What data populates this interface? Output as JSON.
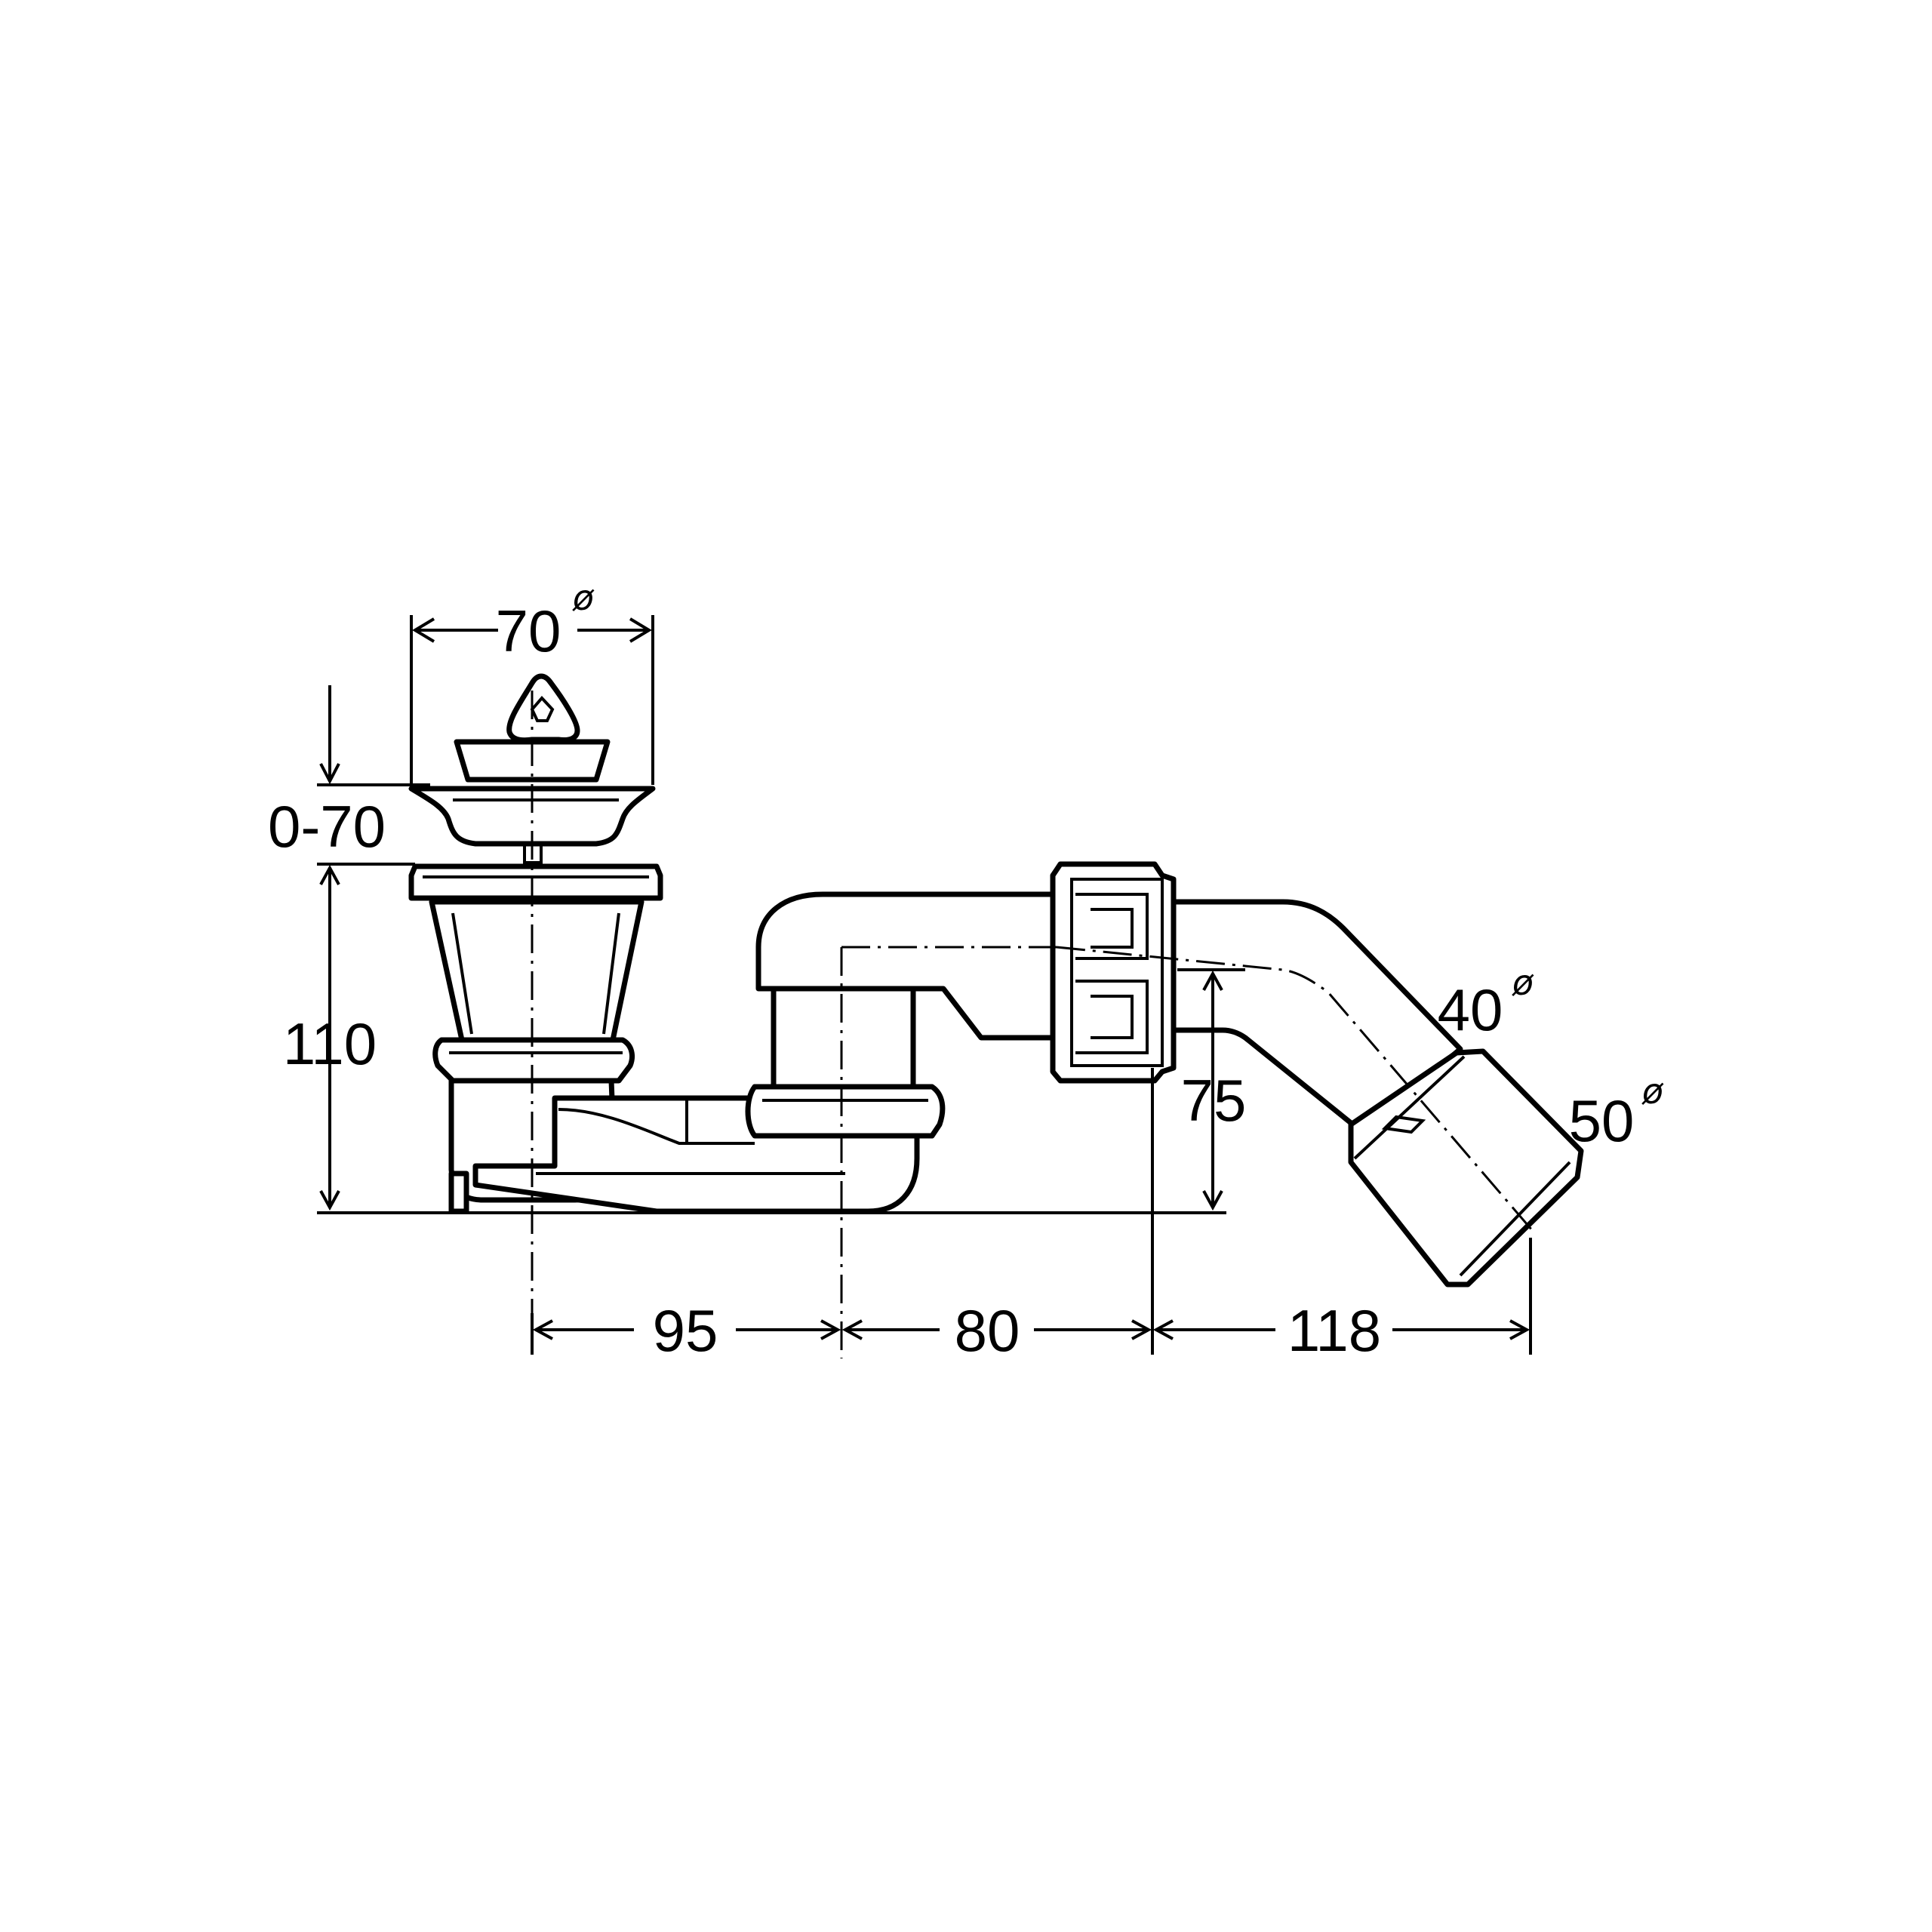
{
  "dimensions": {
    "strainer_diameter": "70",
    "height_adjust": "0-70",
    "height": "110",
    "pipe_diameter": "40",
    "outlet_diameter": "50",
    "outlet_height": "75",
    "distance_1": "95",
    "distance_2": "80",
    "distance_3": "118"
  },
  "symbols": {
    "diameter": "ø"
  },
  "colors": {
    "line": "#000000",
    "background": "#ffffff"
  }
}
